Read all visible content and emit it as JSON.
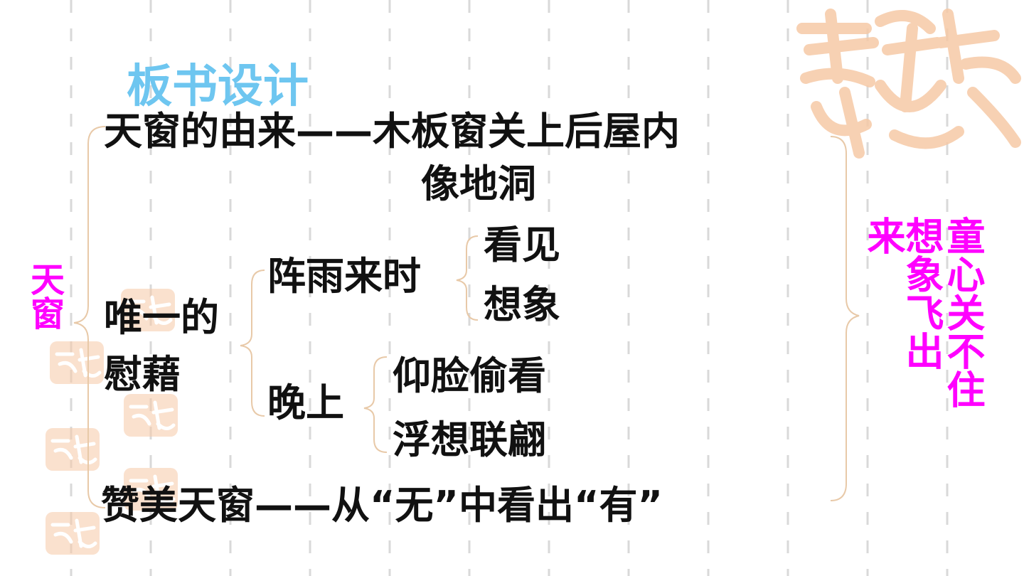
{
  "title": "板书设计",
  "left_label": "天窗",
  "rows": {
    "origin": {
      "line1": "天窗的由来——木板窗关上后屋内",
      "line2": "像地洞"
    },
    "comfort": {
      "line1": "唯一的",
      "line2": "慰藉"
    },
    "rain": {
      "label": "阵雨来时",
      "items": [
        "看见",
        "想象"
      ]
    },
    "night": {
      "label": "晚上",
      "items": [
        "仰脸偷看",
        "浮想联翩"
      ]
    },
    "praise": "赞美天窗——从“无”中看出“有”"
  },
  "right_columns": [
    "童心关不住",
    "想象飞出来"
  ],
  "colors": {
    "title": "#6ec6f0",
    "magenta": "#ff00ff",
    "text": "#111111",
    "connector": "#e8c9a8",
    "seal": "#f6c9a6",
    "grid": "#d9d9d9"
  }
}
